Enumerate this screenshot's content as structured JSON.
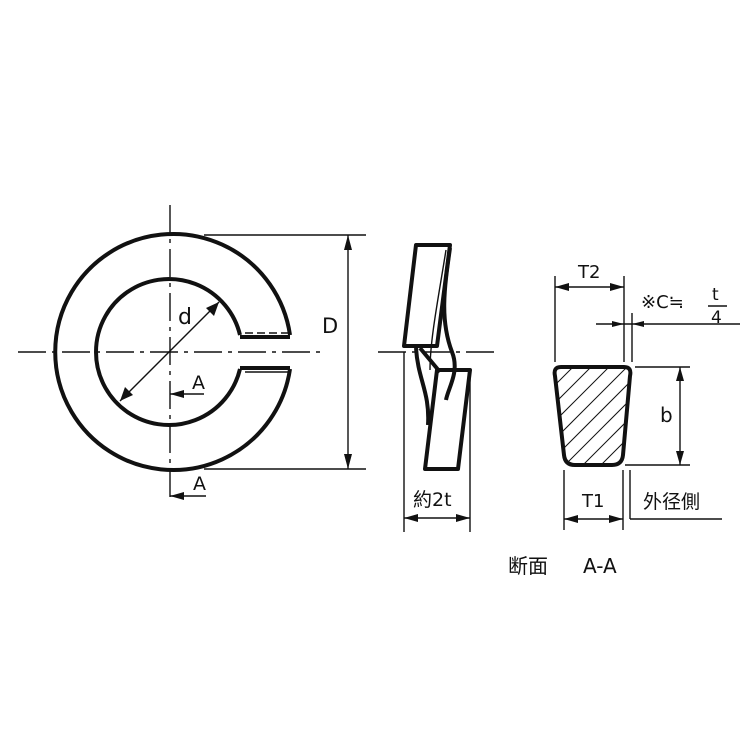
{
  "labels": {
    "inner_diameter": "d",
    "outer_diameter": "D",
    "section_mark_top": "A",
    "section_mark_bottom": "A",
    "approx_thickness": "約2t",
    "t2": "T2",
    "t1": "T1",
    "height": "b",
    "chamfer_prefix": "※C≒",
    "chamfer_numerator": "t",
    "chamfer_denominator": "4",
    "outer_side": "外径側",
    "section_title": "断面",
    "section_name": "A-A"
  },
  "colors": {
    "line": "#111111",
    "background": "#ffffff"
  }
}
